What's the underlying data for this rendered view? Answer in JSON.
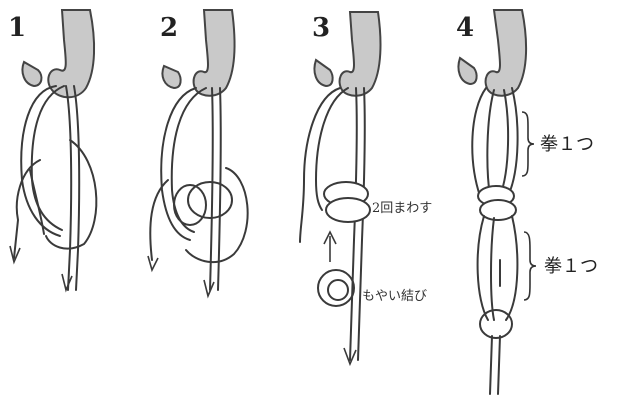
{
  "steps": [
    {
      "number": "1"
    },
    {
      "number": "2"
    },
    {
      "number": "3",
      "notes": [
        "2回まわす",
        "もやい結び"
      ]
    },
    {
      "number": "4",
      "notes": [
        "拳１つ",
        "拳１つ"
      ]
    }
  ],
  "colors": {
    "rope_outline": "#3a3a3a",
    "hook_fill": "#c9c9c9",
    "background": "#ffffff"
  }
}
